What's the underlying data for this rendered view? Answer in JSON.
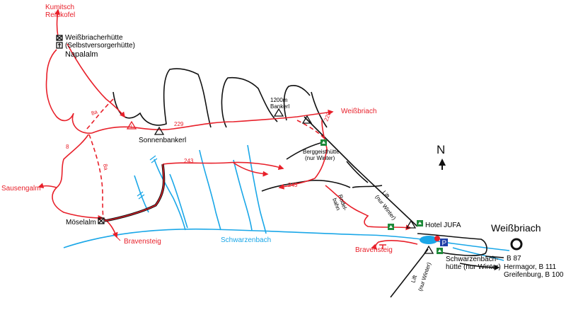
{
  "colors": {
    "trail": "#e8202a",
    "road": "#111111",
    "water": "#1aa7e8",
    "lake": "#1aa7e8",
    "parking": "#1f3fa8",
    "hut": "#1f8a3a",
    "dot": "#e8202a"
  },
  "places": {
    "kumitsch_line1": "Kumitsch",
    "kumitsch_line2": "Reißkofel",
    "weissbriacher_hut_line1": "Weißbriacherhütte",
    "weissbriacher_hut_line2": "(Selbstversorgerhütte)",
    "napalalm": "Napalalm",
    "sonnenbankerl": "Sonnenbankerl",
    "bankerl_1200_line1": "1200m",
    "bankerl_1200_line2": "Bankerl",
    "weissbriach_arrow": "Weißbriach",
    "berggeist_line1": "Berggeisthütte",
    "berggeist_line2": "(nur Winter)",
    "sausengalm": "Sausengalm",
    "moeselalm": "Möselalm",
    "bravensteig_left": "Bravensteig",
    "bravensteig_right": "Bravensteig",
    "schwarzenbach": "Schwarzenbach",
    "rodelbahn_line1": "Rodel-",
    "rodelbahn_line2": "bahn",
    "lift_upper_line1": "Lift",
    "lift_upper_line2": "(nur Winter)",
    "lift_lower_line1": "Lift",
    "lift_lower_line2": "(nur Winter)",
    "hotel_jufa": "Hotel JUFA",
    "weissbriach_town": "Weißbriach",
    "schwarzenbach_hut_line1": "Schwarzenbach-",
    "schwarzenbach_hut_line2": "hütte (nur Winter)",
    "b87": "B 87",
    "hermagor_line1": "Hermagor, B 111",
    "hermagor_line2": "Greifenburg, B 100",
    "north": "N",
    "parking_letter": "P"
  },
  "routes": {
    "r229_left": "229",
    "r229_right": "229",
    "r243_upper": "243",
    "r243_lower": "243",
    "r8a_upper": "8a",
    "r8a_lower": "8a",
    "r8": "8"
  },
  "icons": {
    "hut": "hut-icon",
    "summit": "summit-triangle-icon",
    "warning": "warning-triangle-icon",
    "cross": "summit-cross-icon",
    "town": "town-circle-icon",
    "north": "north-arrow-icon",
    "parking": "parking-icon",
    "bridge": "bridge-icon"
  }
}
